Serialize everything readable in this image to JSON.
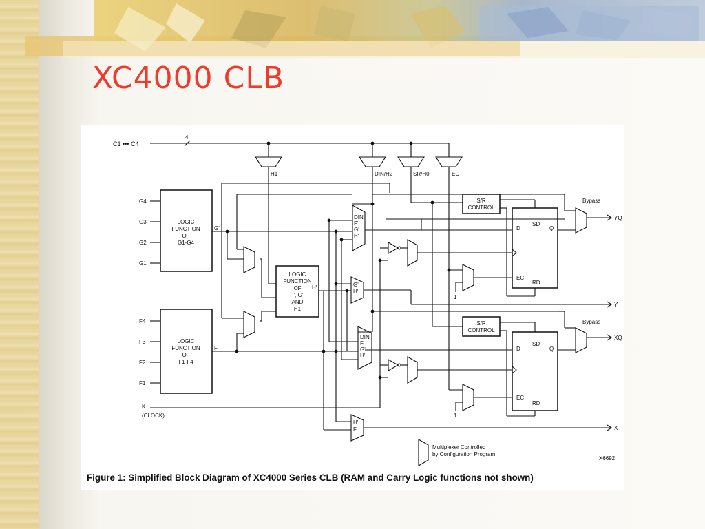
{
  "slide": {
    "title": "XC4000 CLB"
  },
  "diagram": {
    "bus_label": "C1 ••• C4",
    "bus_width": "4",
    "tap_labels": {
      "h1": "H1",
      "din_h2": "DIN/H2",
      "sr_h0": "SR/H0",
      "ec": "EC"
    },
    "g_inputs": [
      "G4",
      "G3",
      "G2",
      "G1"
    ],
    "f_inputs": [
      "F4",
      "F3",
      "F2",
      "F1"
    ],
    "g_function": [
      "LOGIC",
      "FUNCTION",
      "OF",
      "G1-G4"
    ],
    "f_function": [
      "LOGIC",
      "FUNCTION",
      "OF",
      "F1-F4"
    ],
    "h_function": [
      "LOGIC",
      "FUNCTION",
      "OF",
      "F', G',",
      "AND",
      "H1"
    ],
    "g_out": "G'",
    "f_out": "F'",
    "h_out": "H'",
    "mux_top_inputs": [
      "DIN",
      "F'",
      "G'",
      "H'"
    ],
    "mux_bottom_inputs": [
      "DIN",
      "F'",
      "G'",
      "H'"
    ],
    "mux_y_inputs": [
      "G'",
      "H'"
    ],
    "mux_x_inputs": [
      "H'",
      "F'"
    ],
    "sr_control": [
      "S/R",
      "CONTROL"
    ],
    "ff_pins": {
      "d": "D",
      "sd": "SD",
      "q": "Q",
      "ec": "EC",
      "rd": "RD"
    },
    "ec_const": "1",
    "bypass": "Bypass",
    "outputs": {
      "yq": "YQ",
      "y": "Y",
      "xq": "XQ",
      "x": "X"
    },
    "clock_label": [
      "K",
      "(CLOCK)"
    ],
    "legend": [
      "Multiplexer Controlled",
      "by Configuration Program"
    ],
    "figure_id": "X6692"
  },
  "caption": "Figure 1:   Simplified Block Diagram of XC4000 Series CLB (RAM and Carry Logic functions not shown)"
}
